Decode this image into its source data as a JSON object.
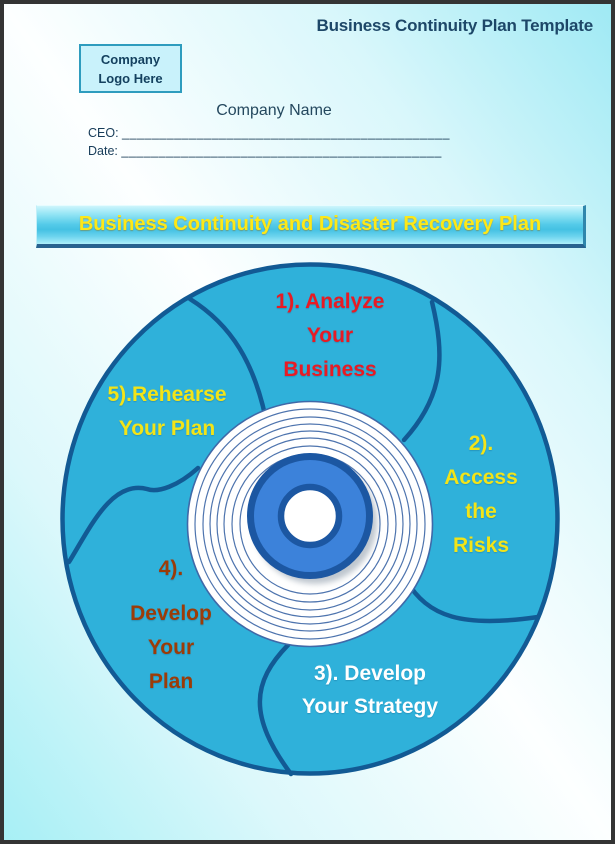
{
  "document": {
    "title": "Business Continuity Plan Template",
    "logo_placeholder": {
      "line1": "Company",
      "line2": "Logo Here"
    },
    "company_name": "Company Name",
    "fields": [
      {
        "label": "CEO:",
        "blank": "____________________________________________"
      },
      {
        "label": "Date:",
        "blank": "___________________________________________"
      }
    ],
    "banner_title": "Business Continuity and Disaster Recovery Plan"
  },
  "diagram": {
    "type": "cycle-wheel",
    "center_icon": "concentric-disc-target",
    "segments": [
      {
        "step": "1",
        "label": "1). Analyze Your Business",
        "lines": [
          "1). Analyze",
          "Your",
          "Business"
        ],
        "text_color": "#e81b24"
      },
      {
        "step": "2",
        "label": "2). Access the Risks",
        "lines": [
          "2).",
          "Access",
          "the",
          "Risks"
        ],
        "text_color": "#f2e418"
      },
      {
        "step": "3",
        "label": "3). Develop Your Strategy",
        "lines": [
          "3). Develop",
          "Your Strategy"
        ],
        "text_color": "#ffffff"
      },
      {
        "step": "4",
        "label": "4). Develop Your Plan",
        "lines": [
          "4).",
          "Develop",
          "Your",
          "Plan"
        ],
        "text_color": "#9c3c08"
      },
      {
        "step": "5",
        "label": "5).Rehearse Your Plan",
        "lines": [
          "5).Rehearse",
          "Your Plan"
        ],
        "text_color": "#f2e418"
      }
    ],
    "colors": {
      "wheel_fill": "#2fb1da",
      "wheel_border": "#125a94",
      "hub_fill": "#3c82da",
      "hub_border": "#1c57a2",
      "ring_line": "#4e74ae"
    }
  }
}
